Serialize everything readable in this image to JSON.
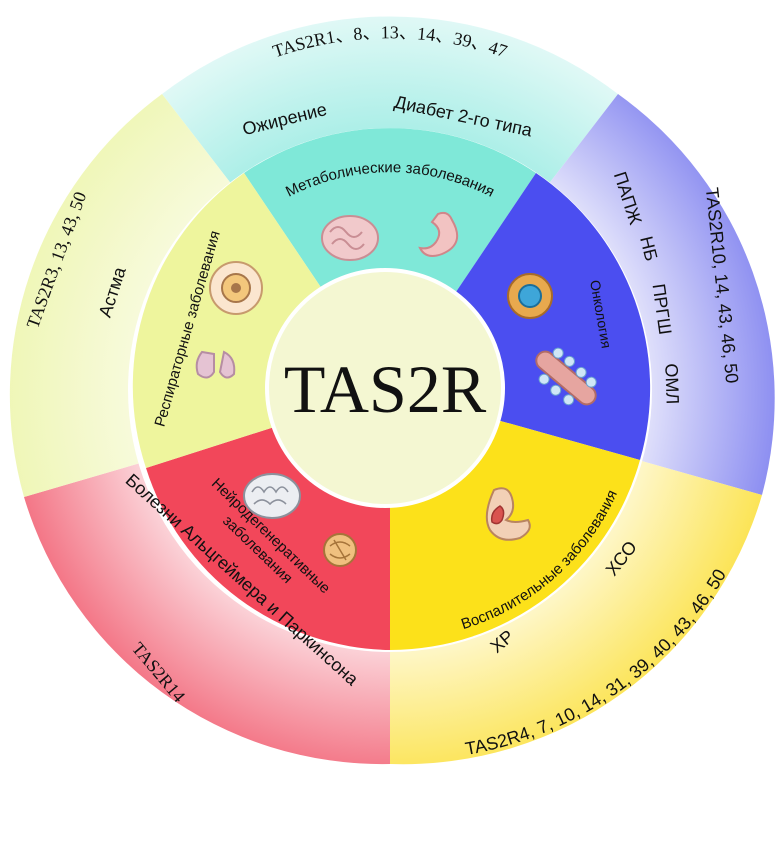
{
  "center": {
    "title": "TAS2R",
    "color": "#f4f7d2"
  },
  "segments": [
    {
      "id": "metabolic",
      "label": "Метаболические заболевания",
      "inner_color": "#7fe8d8",
      "outer_color": "#bdf4ee",
      "receptors": "TAS2R1、8、13、14、39、47",
      "diseases": [
        "Ожирение",
        "Диабет 2-го типа"
      ],
      "icons": [
        "intestine-icon",
        "stomach-icon"
      ]
    },
    {
      "id": "oncology",
      "label": "Онкология",
      "inner_color": "#4b4ef0",
      "outer_color": "#9496f2",
      "receptors": "TAS2R10, 14, 43, 46, 50",
      "diseases": [
        "ПАПЖ",
        "НБ",
        "ПРГШ",
        "ОМЛ"
      ],
      "icons": [
        "cancer-cell-icon",
        "tumor-vessel-icon"
      ]
    },
    {
      "id": "inflammatory",
      "label": "Воспалительные заболевания",
      "inner_color": "#fce11a",
      "outer_color": "#fcea70",
      "receptors": "TAS2R4, 7, 10, 14, 31, 39, 40, 43, 46, 50",
      "diseases": [
        "ХСО",
        "ХР"
      ],
      "icons": [
        "nasal-cavity-icon"
      ]
    },
    {
      "id": "neuro",
      "label_lines": [
        "Нейродегенеративные",
        "заболевания"
      ],
      "inner_color": "#f2475a",
      "outer_color": "#f58f9b",
      "receptors": "TAS2R14",
      "diseases": [
        "Болезни Альцгеймера и Паркинсона"
      ],
      "icons": [
        "brain-icon",
        "neuron-icon"
      ]
    },
    {
      "id": "respiratory",
      "label": "Респираторные заболевания",
      "inner_color": "#eef59d",
      "outer_color": "#f2f8c8",
      "receptors": "TAS2R3, 13, 43, 50",
      "diseases": [
        "Астма"
      ],
      "icons": [
        "airway-cross-section-icon",
        "lung-icon"
      ]
    }
  ]
}
